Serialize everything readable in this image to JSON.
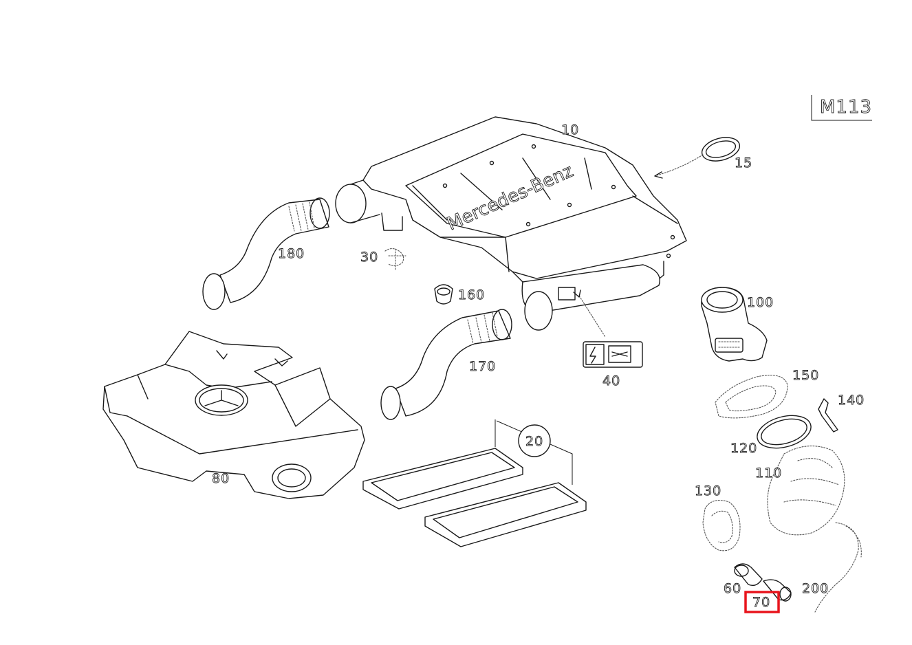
{
  "diagram": {
    "model_code": "M113",
    "brand_text": "Mercedes-Benz",
    "highlight_color": "#e8141c",
    "highlighted_part": "70",
    "parts": [
      {
        "id": "p10",
        "label": "10"
      },
      {
        "id": "p15",
        "label": "15"
      },
      {
        "id": "p20",
        "label": "20"
      },
      {
        "id": "p30",
        "label": "30"
      },
      {
        "id": "p40",
        "label": "40"
      },
      {
        "id": "p60",
        "label": "60"
      },
      {
        "id": "p70",
        "label": "70"
      },
      {
        "id": "p80",
        "label": "80"
      },
      {
        "id": "p100",
        "label": "100"
      },
      {
        "id": "p110",
        "label": "110"
      },
      {
        "id": "p120",
        "label": "120"
      },
      {
        "id": "p130",
        "label": "130"
      },
      {
        "id": "p140",
        "label": "140"
      },
      {
        "id": "p150",
        "label": "150"
      },
      {
        "id": "p160",
        "label": "160"
      },
      {
        "id": "p170",
        "label": "170"
      },
      {
        "id": "p180",
        "label": "180"
      },
      {
        "id": "p200",
        "label": "200"
      }
    ]
  }
}
